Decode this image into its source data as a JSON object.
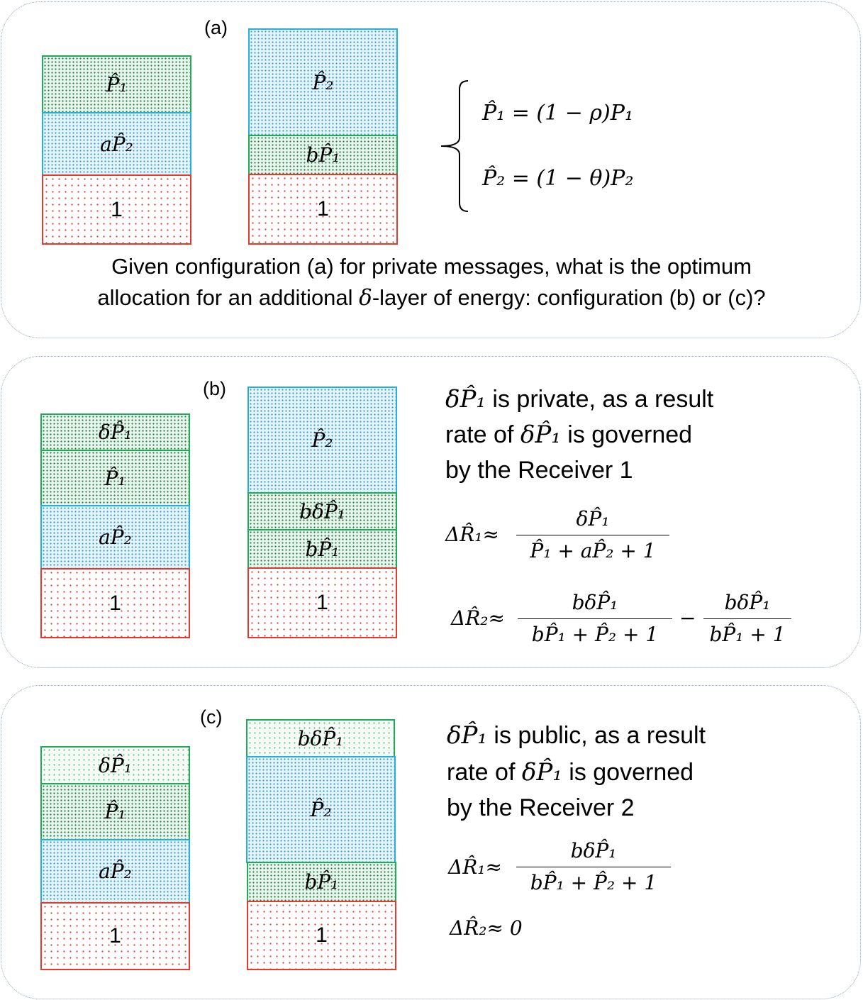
{
  "panel_a": {
    "label": "(a)",
    "left_stack": [
      "P̂₁",
      "aP̂₂",
      "1"
    ],
    "right_stack": [
      "P̂₂",
      "bP̂₁",
      "1"
    ],
    "eq1": "P̂₁ = (1 − ρ)P₁",
    "eq2": "P̂₂ = (1 − θ)P₂",
    "question_line1": "Given configuration (a) for private messages, what is the optimum",
    "question_line2_pre": "allocation for an additional ",
    "question_delta": "δ",
    "question_line2_post": "-layer of energy: configuration (b) or (c)?"
  },
  "panel_b": {
    "label": "(b)",
    "left_stack": [
      "δP̂₁",
      "P̂₁",
      "aP̂₂",
      "1"
    ],
    "right_stack": [
      "P̂₂",
      "bδP̂₁",
      "bP̂₁",
      "1"
    ],
    "text_line1_math": "δP̂₁",
    "text_line1": " is private, as a result",
    "text_line2_pre": "rate of ",
    "text_line2_math": "δP̂₁",
    "text_line2_post": " is governed",
    "text_line3": "by the Receiver 1",
    "r1_lhs": "ΔR̂₁≈",
    "r1_num": "δP̂₁",
    "r1_den": "P̂₁ + aP̂₂  + 1",
    "r2_lhs": "ΔR̂₂≈",
    "r2_num1": "bδP̂₁",
    "r2_den1": "bP̂₁ + P̂₂  + 1",
    "r2_minus": "−",
    "r2_num2": "bδP̂₁",
    "r2_den2": "bP̂₁ + 1"
  },
  "panel_c": {
    "label": "(c)",
    "left_stack": [
      "δP̂₁",
      "P̂₁",
      "aP̂₂",
      "1"
    ],
    "right_stack": [
      "bδP̂₁",
      "P̂₂",
      "bP̂₁",
      "1"
    ],
    "text_line1_math": "δP̂₁",
    "text_line1": " is public, as a result",
    "text_line2_pre": "rate of ",
    "text_line2_math": "δP̂₁",
    "text_line2_post": " is governed",
    "text_line3": "by the Receiver 2",
    "r1_lhs": "ΔR̂₁≈",
    "r1_num": "bδP̂₁",
    "r1_den": "bP̂₁ + P̂₂  + 1",
    "r2_eq": "ΔR̂₂≈ 0"
  },
  "colors": {
    "private_layer": "#1faa57",
    "interference_layer": "#22aee0",
    "noise_layer": "#e23a2c",
    "panel_border": "#8fa6c8"
  }
}
